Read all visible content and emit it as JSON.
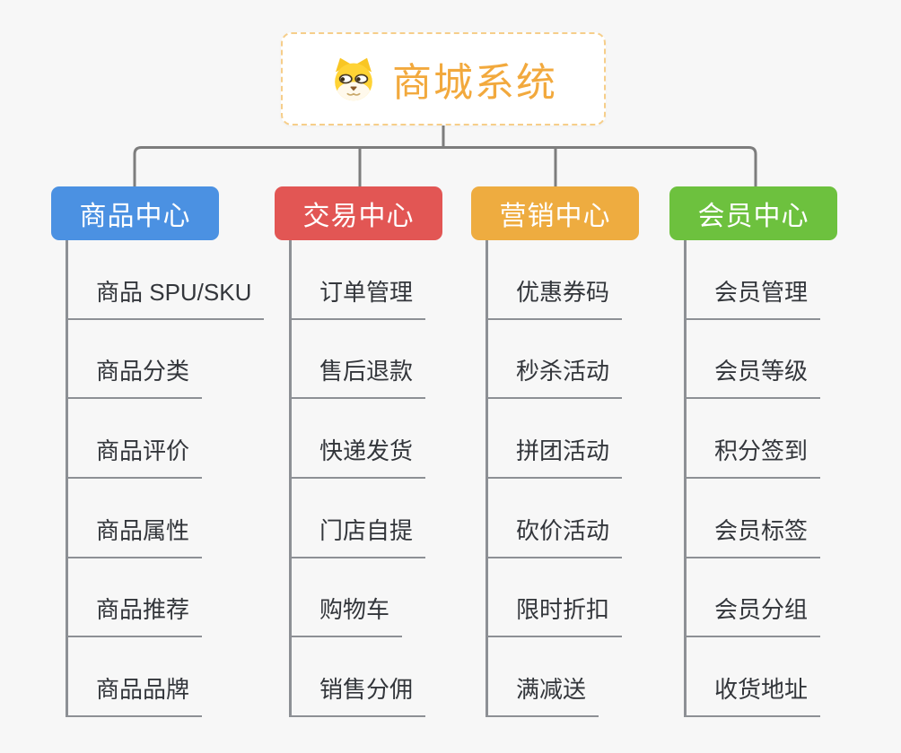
{
  "root": {
    "title": "商城系统",
    "icon": "dog-face-icon"
  },
  "branches": [
    {
      "label": "商品中心",
      "color": "#4B91E2",
      "items": [
        "商品 SPU/SKU",
        "商品分类",
        "商品评价",
        "商品属性",
        "商品推荐",
        "商品品牌"
      ]
    },
    {
      "label": "交易中心",
      "color": "#E25654",
      "items": [
        "订单管理",
        "售后退款",
        "快递发货",
        "门店自提",
        "购物车",
        "销售分佣"
      ]
    },
    {
      "label": "营销中心",
      "color": "#EEAC40",
      "items": [
        "优惠券码",
        "秒杀活动",
        "拼团活动",
        "砍价活动",
        "限时折扣",
        "满减送"
      ]
    },
    {
      "label": "会员中心",
      "color": "#6DC13E",
      "items": [
        "会员管理",
        "会员等级",
        "积分签到",
        "会员标签",
        "会员分组",
        "收货地址"
      ]
    }
  ],
  "colors": {
    "background": "#F7F7F7",
    "root_border": "#F6CE8A",
    "root_text": "#F2A93D",
    "connector": "#7D7D7D",
    "leaf_line": "#8D9095",
    "leaf_text": "#33363B"
  }
}
